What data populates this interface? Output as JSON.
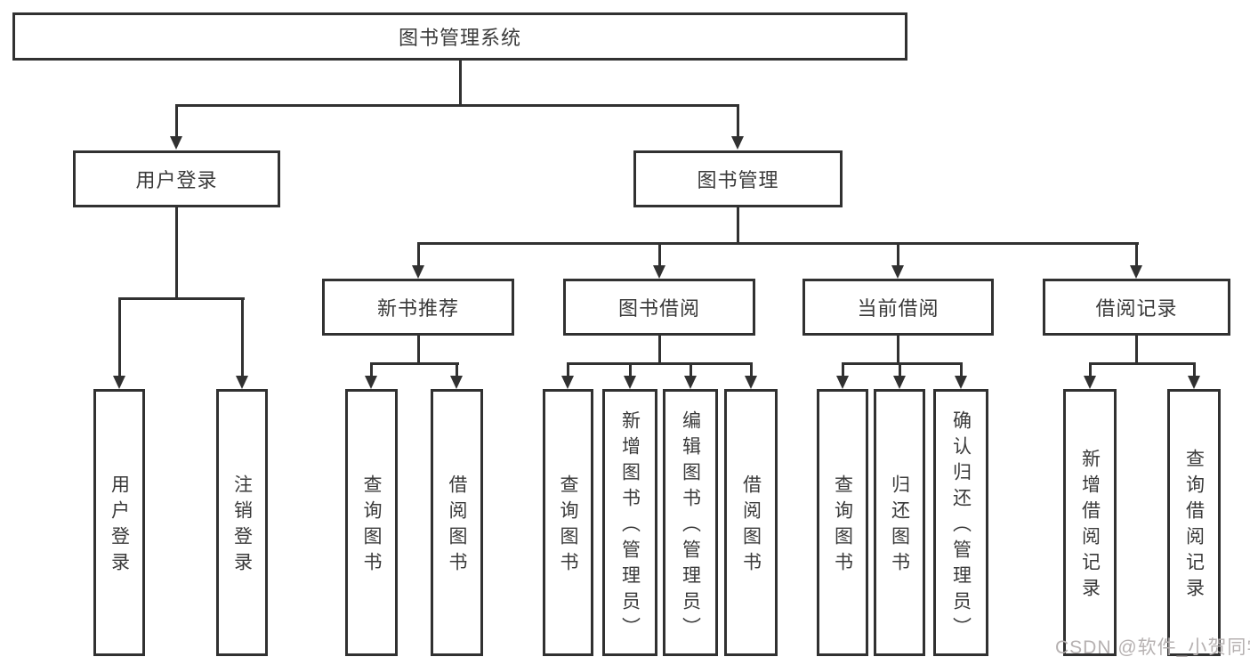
{
  "tree": {
    "label": "图书管理系统",
    "children": [
      {
        "label": "用户登录",
        "children": [
          {
            "label": "用户登录"
          },
          {
            "label": "注销登录"
          }
        ]
      },
      {
        "label": "图书管理",
        "children": [
          {
            "label": "新书推荐",
            "children": [
              {
                "label": "查询图书"
              },
              {
                "label": "借阅图书"
              }
            ]
          },
          {
            "label": "图书借阅",
            "children": [
              {
                "label": "查询图书"
              },
              {
                "label": "新增图书（管理员）"
              },
              {
                "label": "编辑图书（管理员）"
              },
              {
                "label": "借阅图书"
              }
            ]
          },
          {
            "label": "当前借阅",
            "children": [
              {
                "label": "查询图书"
              },
              {
                "label": "归还图书"
              },
              {
                "label": "确认归还（管理员）"
              }
            ]
          },
          {
            "label": "借阅记录",
            "children": [
              {
                "label": "新增借阅记录"
              },
              {
                "label": "查询借阅记录"
              }
            ]
          }
        ]
      }
    ]
  },
  "watermark": "CSDN @软件_小贺同学",
  "colors": {
    "line": "#313131",
    "text": "#3a3a3a",
    "background": "#ffffff",
    "watermark": "#b6b1b1"
  }
}
